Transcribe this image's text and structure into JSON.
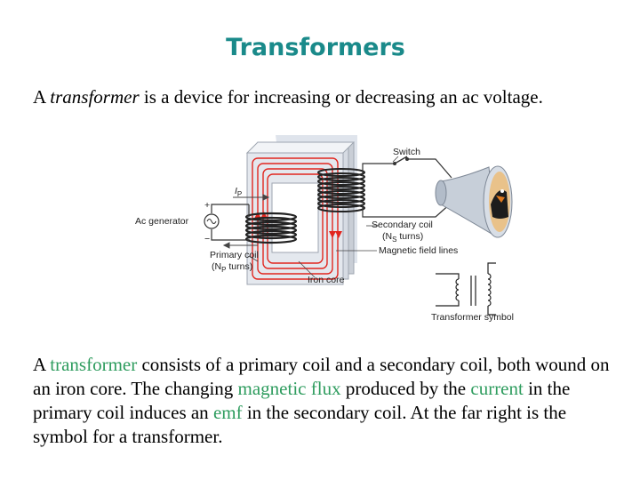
{
  "slide": {
    "title": "Transformers",
    "intro": {
      "pre": "A ",
      "term": "transformer",
      "post": " is a device for increasing or decreasing an ac voltage."
    },
    "body": {
      "t1": "A ",
      "k1": "transformer",
      "t2": " consists of a primary coil and a secondary coil, both wound on an iron core. The changing ",
      "k2": "magnetic flux",
      "t3": " produced by the ",
      "k3": "current",
      "t4": " in the primary coil induces an ",
      "k4": "emf",
      "t5": " in the secondary coil. At the far right is the symbol for a transformer."
    },
    "highlight_color": "#2e9c5e",
    "title_color": "#1a8a8a"
  },
  "figure": {
    "switch": "Switch",
    "current": "I",
    "current_sub": "P",
    "ac_generator": "Ac generator",
    "plus": "+",
    "minus": "−",
    "primary_coil": "Primary coil",
    "primary_turns_open": "(N",
    "primary_turns_sub": "P",
    "primary_turns_close": " turns)",
    "secondary_coil": "Secondary coil",
    "secondary_turns_open": "(N",
    "secondary_turns_sub": "S",
    "secondary_turns_close": " turns)",
    "magnetic_field_lines": "Magnetic field lines",
    "iron_core": "Iron core",
    "transformer_symbol": "Transformer symbol"
  }
}
